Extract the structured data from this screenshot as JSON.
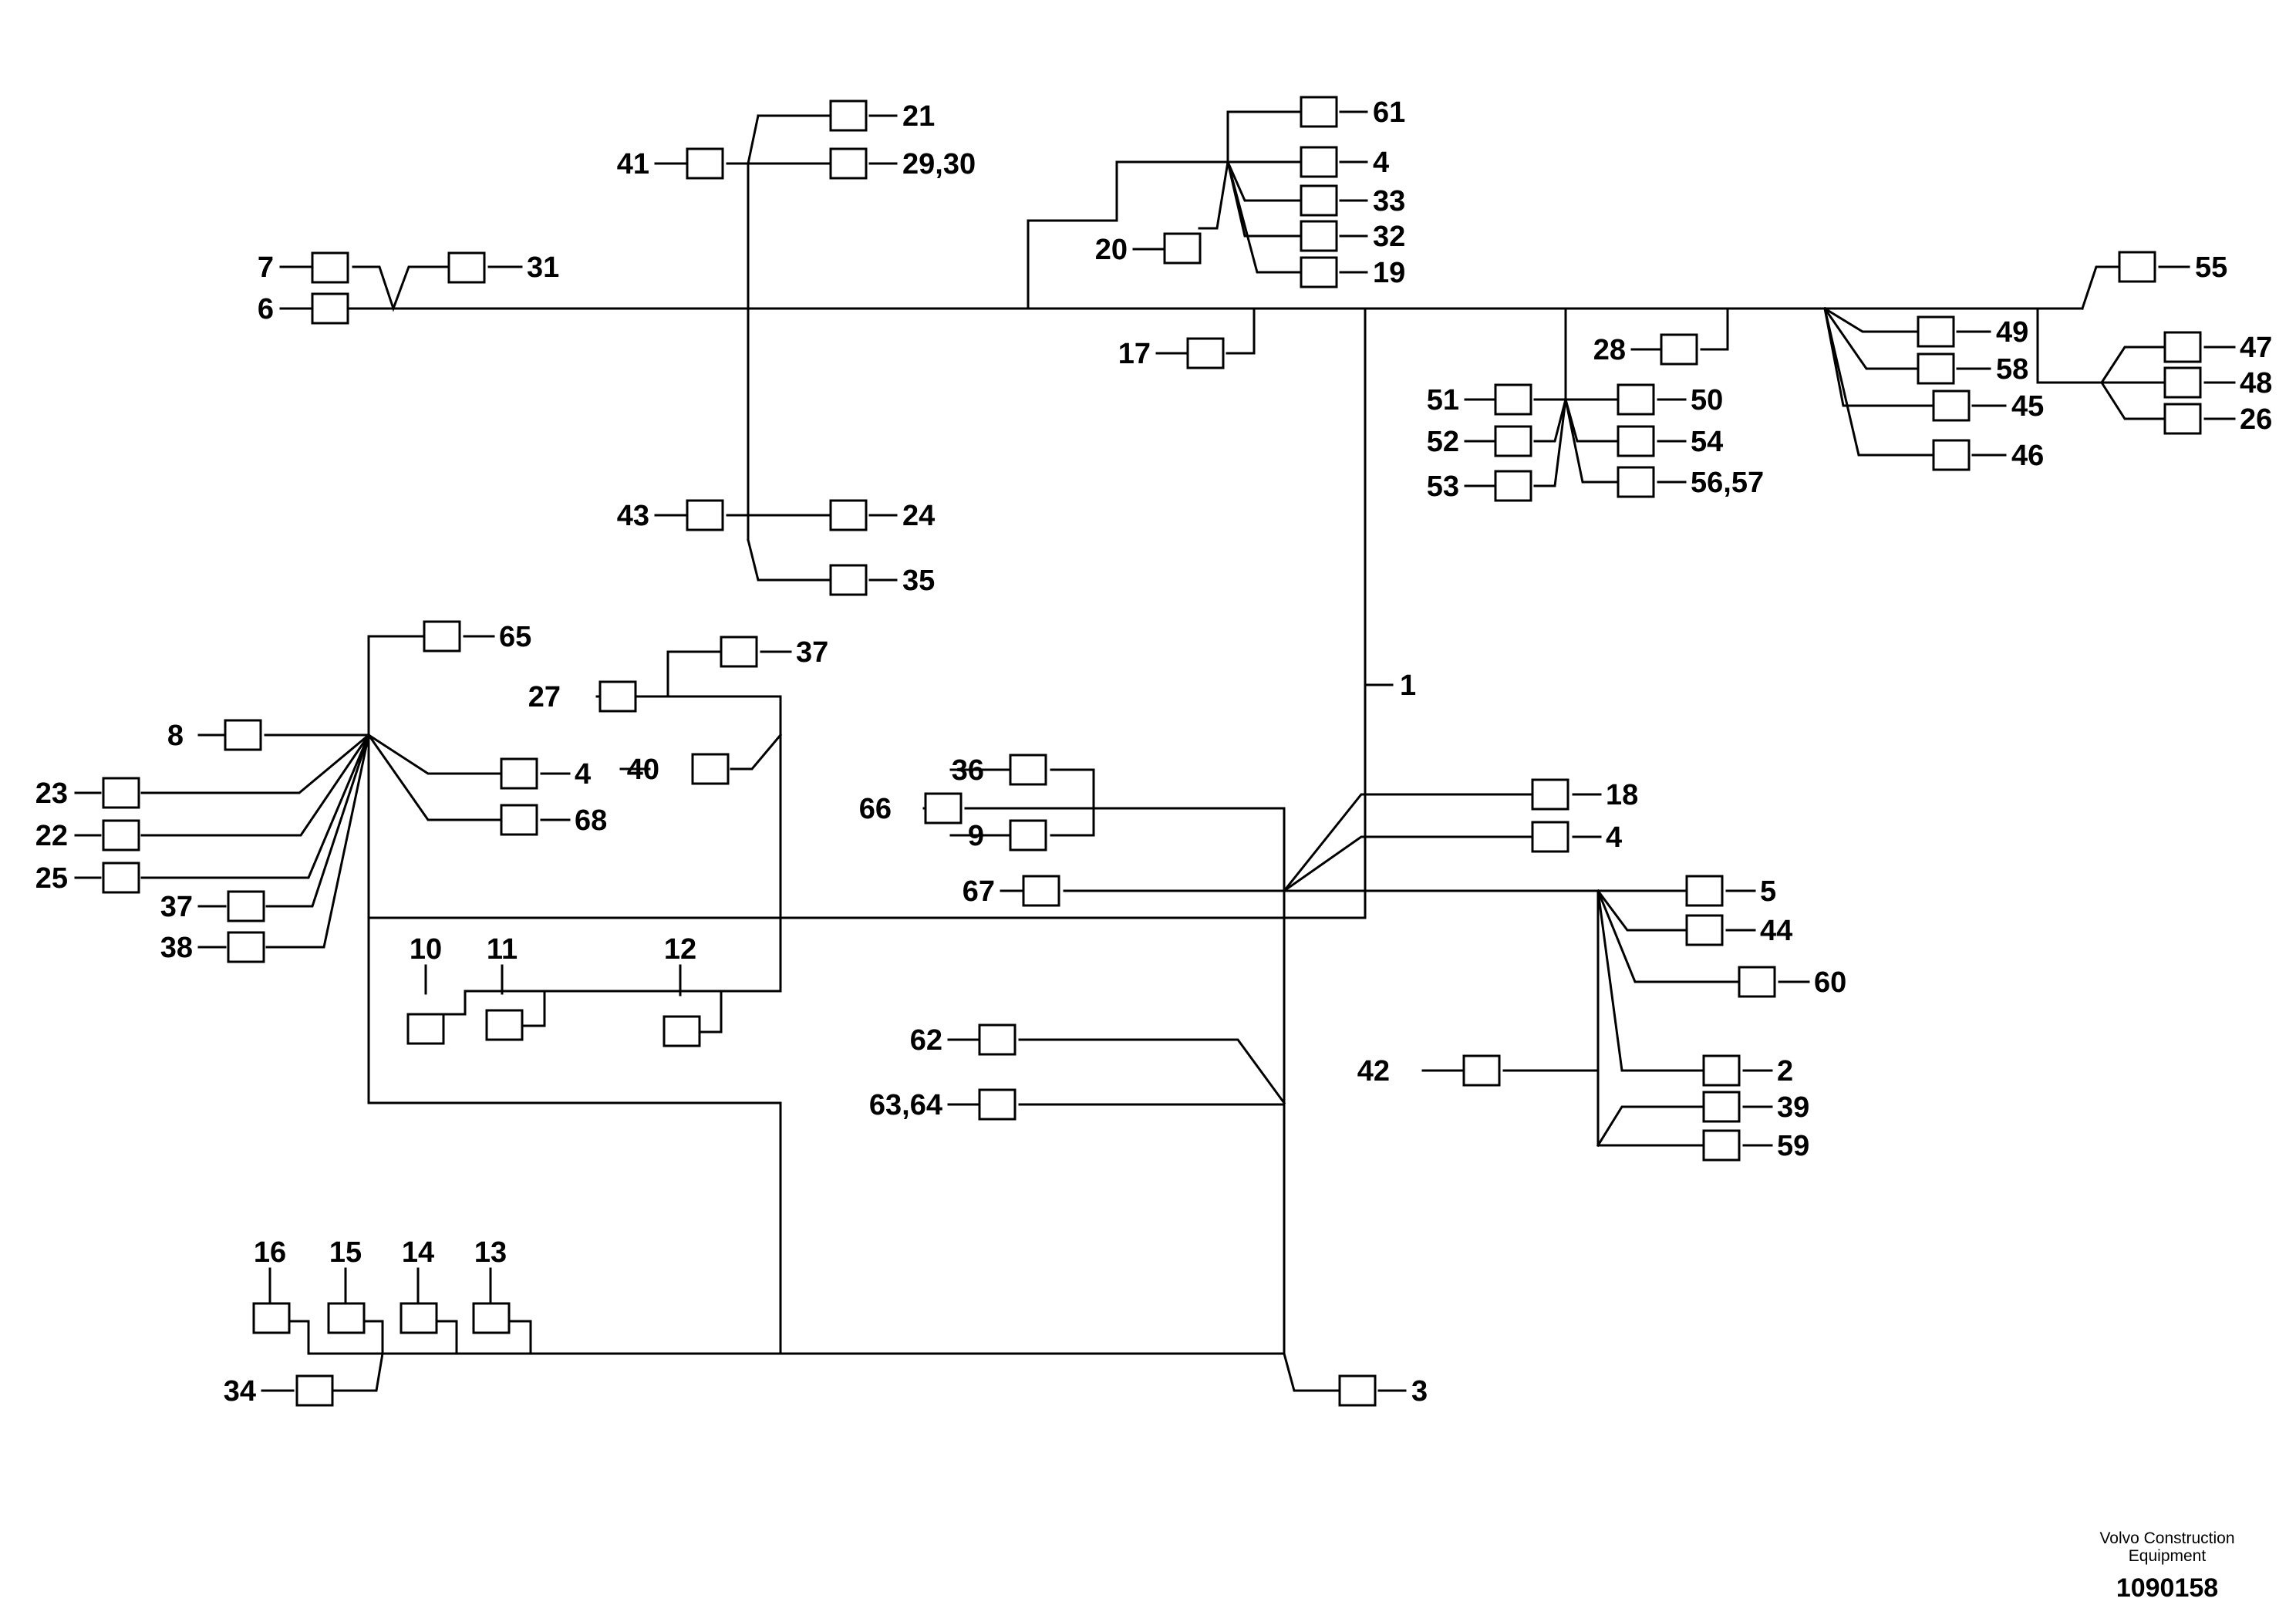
{
  "brand": {
    "line1": "Volvo Construction",
    "line2": "Equipment"
  },
  "doc_number": "1090158",
  "trunk_label": "1",
  "connectors": [
    {
      "id": "c7",
      "label": "7"
    },
    {
      "id": "c6",
      "label": "6"
    },
    {
      "id": "c31",
      "label": "31"
    },
    {
      "id": "c41",
      "label": "41"
    },
    {
      "id": "c21",
      "label": "21"
    },
    {
      "id": "c29",
      "label": "29,30"
    },
    {
      "id": "c43",
      "label": "43"
    },
    {
      "id": "c24",
      "label": "24"
    },
    {
      "id": "c35",
      "label": "35"
    },
    {
      "id": "c20",
      "label": "20"
    },
    {
      "id": "c61",
      "label": "61"
    },
    {
      "id": "c4a",
      "label": "4"
    },
    {
      "id": "c33",
      "label": "33"
    },
    {
      "id": "c32",
      "label": "32"
    },
    {
      "id": "c19",
      "label": "19"
    },
    {
      "id": "c17",
      "label": "17"
    },
    {
      "id": "c55",
      "label": "55"
    },
    {
      "id": "c28",
      "label": "28"
    },
    {
      "id": "c51",
      "label": "51"
    },
    {
      "id": "c52",
      "label": "52"
    },
    {
      "id": "c53",
      "label": "53"
    },
    {
      "id": "c50",
      "label": "50"
    },
    {
      "id": "c54",
      "label": "54"
    },
    {
      "id": "c56",
      "label": "56,57"
    },
    {
      "id": "c49",
      "label": "49"
    },
    {
      "id": "c58",
      "label": "58"
    },
    {
      "id": "c45",
      "label": "45"
    },
    {
      "id": "c46",
      "label": "46"
    },
    {
      "id": "c47",
      "label": "47"
    },
    {
      "id": "c48",
      "label": "48"
    },
    {
      "id": "c26",
      "label": "26"
    },
    {
      "id": "c65",
      "label": "65"
    },
    {
      "id": "c37a",
      "label": "37"
    },
    {
      "id": "c27",
      "label": "27"
    },
    {
      "id": "c8",
      "label": "8"
    },
    {
      "id": "c40",
      "label": "40"
    },
    {
      "id": "c4b",
      "label": "4"
    },
    {
      "id": "c68",
      "label": "68"
    },
    {
      "id": "c23",
      "label": "23"
    },
    {
      "id": "c22",
      "label": "22"
    },
    {
      "id": "c25",
      "label": "25"
    },
    {
      "id": "c37b",
      "label": "37"
    },
    {
      "id": "c38",
      "label": "38"
    },
    {
      "id": "c10",
      "label": "10"
    },
    {
      "id": "c11",
      "label": "11"
    },
    {
      "id": "c12",
      "label": "12"
    },
    {
      "id": "c36",
      "label": "36"
    },
    {
      "id": "c66",
      "label": "66"
    },
    {
      "id": "c9",
      "label": "9"
    },
    {
      "id": "c67",
      "label": "67"
    },
    {
      "id": "c18",
      "label": "18"
    },
    {
      "id": "c4c",
      "label": "4"
    },
    {
      "id": "c5",
      "label": "5"
    },
    {
      "id": "c44",
      "label": "44"
    },
    {
      "id": "c60",
      "label": "60"
    },
    {
      "id": "c42",
      "label": "42"
    },
    {
      "id": "c2",
      "label": "2"
    },
    {
      "id": "c39",
      "label": "39"
    },
    {
      "id": "c59",
      "label": "59"
    },
    {
      "id": "c62",
      "label": "62"
    },
    {
      "id": "c6364",
      "label": "63,64"
    },
    {
      "id": "c16",
      "label": "16"
    },
    {
      "id": "c15",
      "label": "15"
    },
    {
      "id": "c14",
      "label": "14"
    },
    {
      "id": "c13",
      "label": "13"
    },
    {
      "id": "c34",
      "label": "34"
    },
    {
      "id": "c3",
      "label": "3"
    }
  ]
}
